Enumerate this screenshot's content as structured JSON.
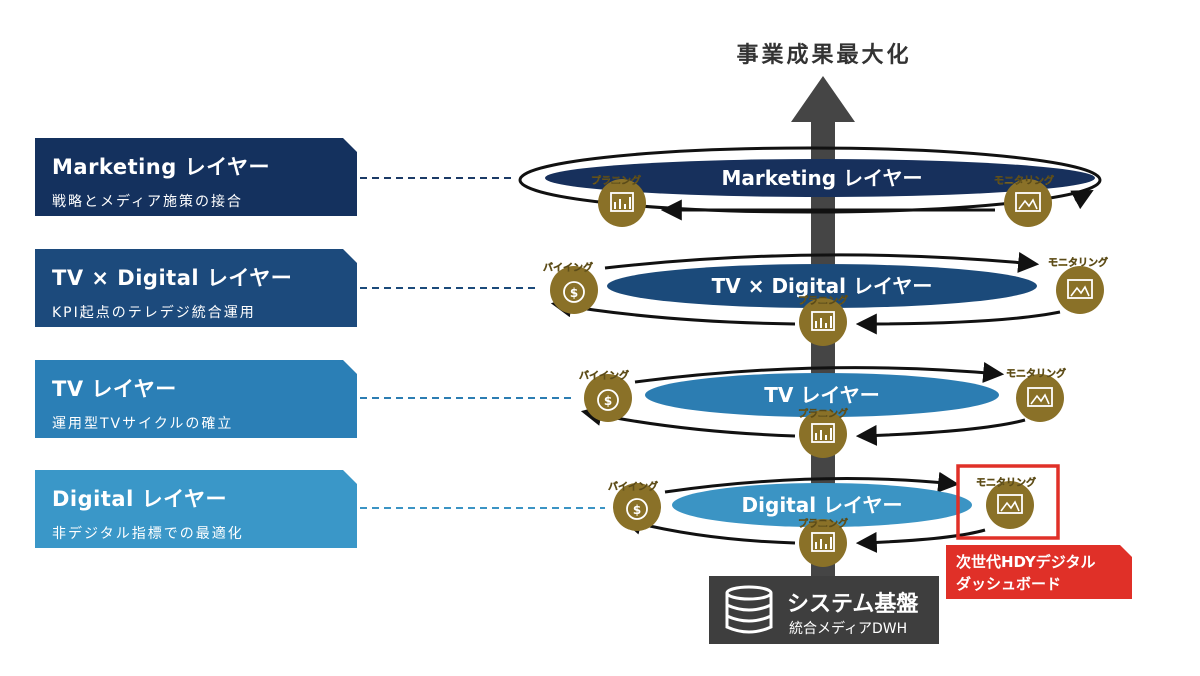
{
  "top_title": "事業成果最大化",
  "layers": [
    {
      "title": "Marketing レイヤー",
      "subtitle": "戦略とメディア施策の接合",
      "ring_label": "Marketing レイヤー",
      "color": "#14315e",
      "ring_color": "#17305c"
    },
    {
      "title": "TV × Digital レイヤー",
      "subtitle": "KPI起点のテレデジ統合運用",
      "ring_label": "TV × Digital レイヤー",
      "color": "#1c4a7c",
      "ring_color": "#1b4a7a"
    },
    {
      "title": "TV レイヤー",
      "subtitle": "運用型TVサイクルの確立",
      "ring_label": "TV レイヤー",
      "color": "#2b7fb6",
      "ring_color": "#2c7db2"
    },
    {
      "title": "Digital レイヤー",
      "subtitle": "非デジタル指標での最適化",
      "ring_label": "Digital レイヤー",
      "color": "#3a97c8",
      "ring_color": "#3b94c4"
    }
  ],
  "badges": {
    "planning": "プラニング",
    "monitoring": "モニタリング",
    "buying": "バイイング"
  },
  "callout": {
    "line1": "次世代HDYデジタル",
    "line2": "ダッシュボード"
  },
  "system": {
    "title": "システム基盤",
    "subtitle": "統合メディアDWH"
  },
  "colors": {
    "badge_gold": "#8a7128",
    "badge_label": "#f3d35a",
    "arrow": "#454545",
    "highlight": "#e03028"
  }
}
